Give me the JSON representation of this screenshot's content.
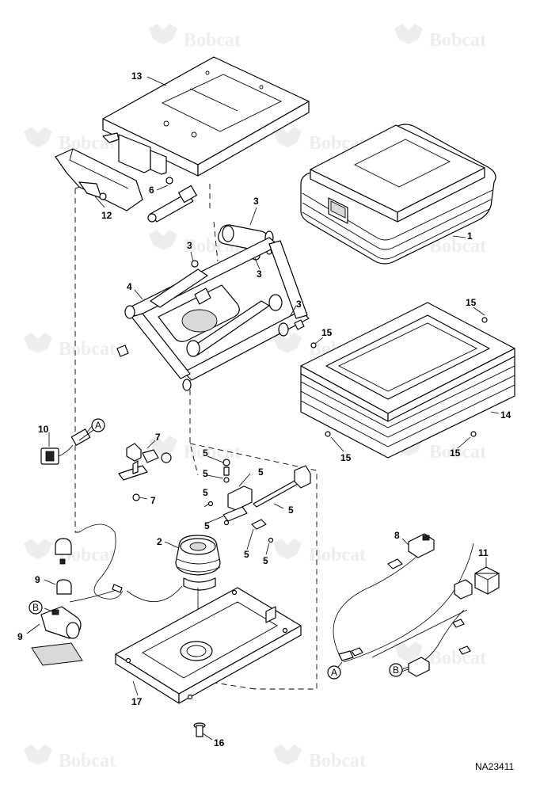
{
  "diagram": {
    "watermark_text": "Bobcat",
    "reference_code": "NA23411",
    "callouts": {
      "c13": "13",
      "c12": "12",
      "c6": "6",
      "c1": "1",
      "c3a": "3",
      "c3b": "3",
      "c3c": "3",
      "c3d": "3",
      "c4": "4",
      "c15a": "15",
      "c15b": "15",
      "c15c": "15",
      "c15d": "15",
      "c14": "14",
      "c10": "10",
      "c7a": "7",
      "c7b": "7",
      "c5a": "5",
      "c5b": "5",
      "c5c": "5",
      "c5d": "5",
      "c5e": "5",
      "c5f": "5",
      "c5g": "5",
      "c5h": "5",
      "c2": "2",
      "c8": "8",
      "c11": "11",
      "c9a": "9",
      "c9b": "9",
      "c17": "17",
      "c16": "16"
    },
    "connectors": {
      "a1": "A",
      "b1": "B",
      "a2": "A",
      "b2": "B"
    }
  }
}
